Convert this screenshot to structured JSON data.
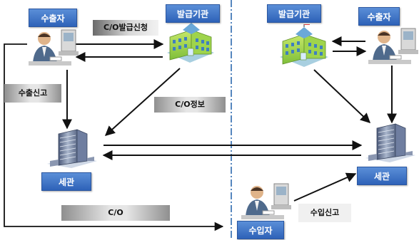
{
  "diagram": {
    "left": {
      "exporter_label": "수출자",
      "issuer_label": "발급기관",
      "customs_label": "세관",
      "co_request_label": "C/O발급신청",
      "export_declaration_label": "수출신고",
      "co_info_label": "C/O정보"
    },
    "right": {
      "issuer_label": "발급기관",
      "exporter_label": "수출자",
      "customs_label": "세관",
      "importer_label": "수입자",
      "import_declaration_label": "수입신고"
    },
    "bottom": {
      "co_label": "C/O"
    }
  },
  "colors": {
    "label_blue": "#3a6fc4",
    "arrow": "#111111",
    "divider": "#1f5fa8"
  }
}
